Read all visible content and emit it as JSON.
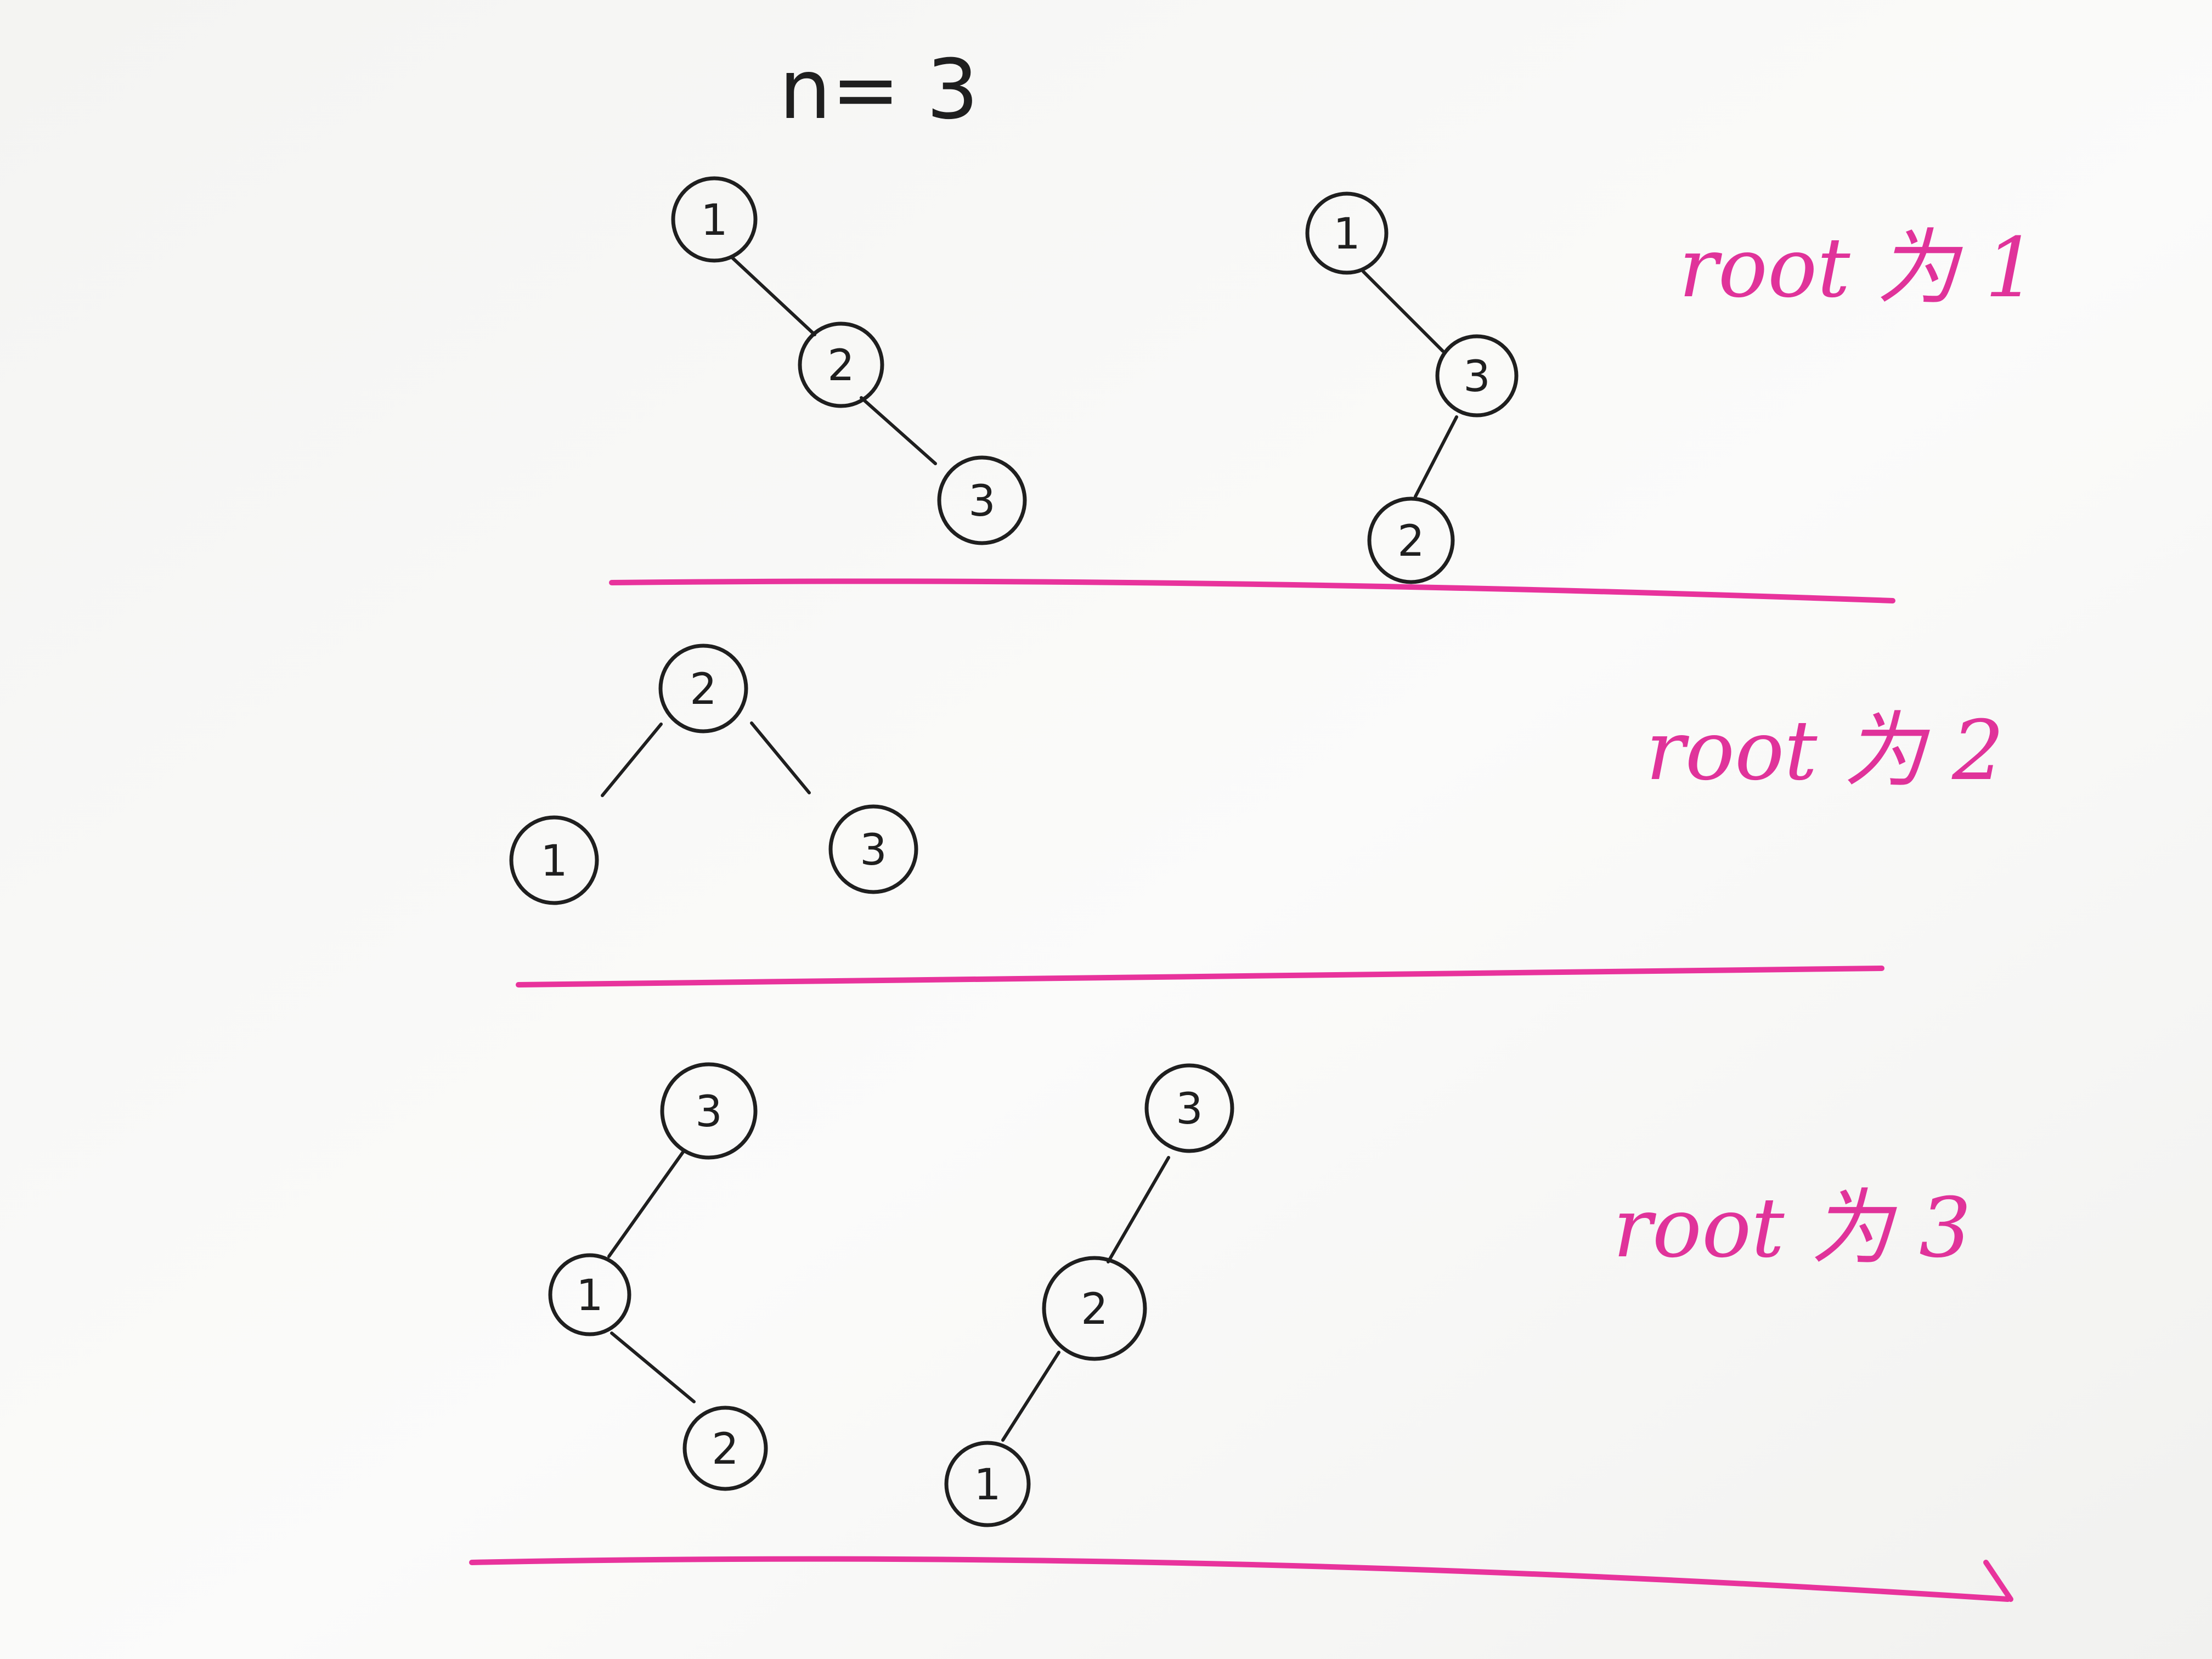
{
  "title": "n= 3",
  "sections": [
    {
      "label": "root 为 1",
      "trees": [
        {
          "nodes": [
            "1",
            "2",
            "3"
          ],
          "edges": [
            [
              0,
              1
            ],
            [
              1,
              2
            ]
          ]
        },
        {
          "nodes": [
            "1",
            "3",
            "2"
          ],
          "edges": [
            [
              0,
              1
            ],
            [
              1,
              2
            ]
          ]
        }
      ]
    },
    {
      "label": "root 为 2",
      "trees": [
        {
          "nodes": [
            "2",
            "1",
            "3"
          ],
          "edges": [
            [
              0,
              1
            ],
            [
              0,
              2
            ]
          ]
        }
      ]
    },
    {
      "label": "root 为 3",
      "trees": [
        {
          "nodes": [
            "3",
            "1",
            "2"
          ],
          "edges": [
            [
              0,
              1
            ],
            [
              1,
              2
            ]
          ]
        },
        {
          "nodes": [
            "3",
            "2",
            "1"
          ],
          "edges": [
            [
              0,
              1
            ],
            [
              1,
              2
            ]
          ]
        }
      ]
    }
  ],
  "colors": {
    "ink": "#1f1f1f",
    "marker": "#e8339c"
  }
}
